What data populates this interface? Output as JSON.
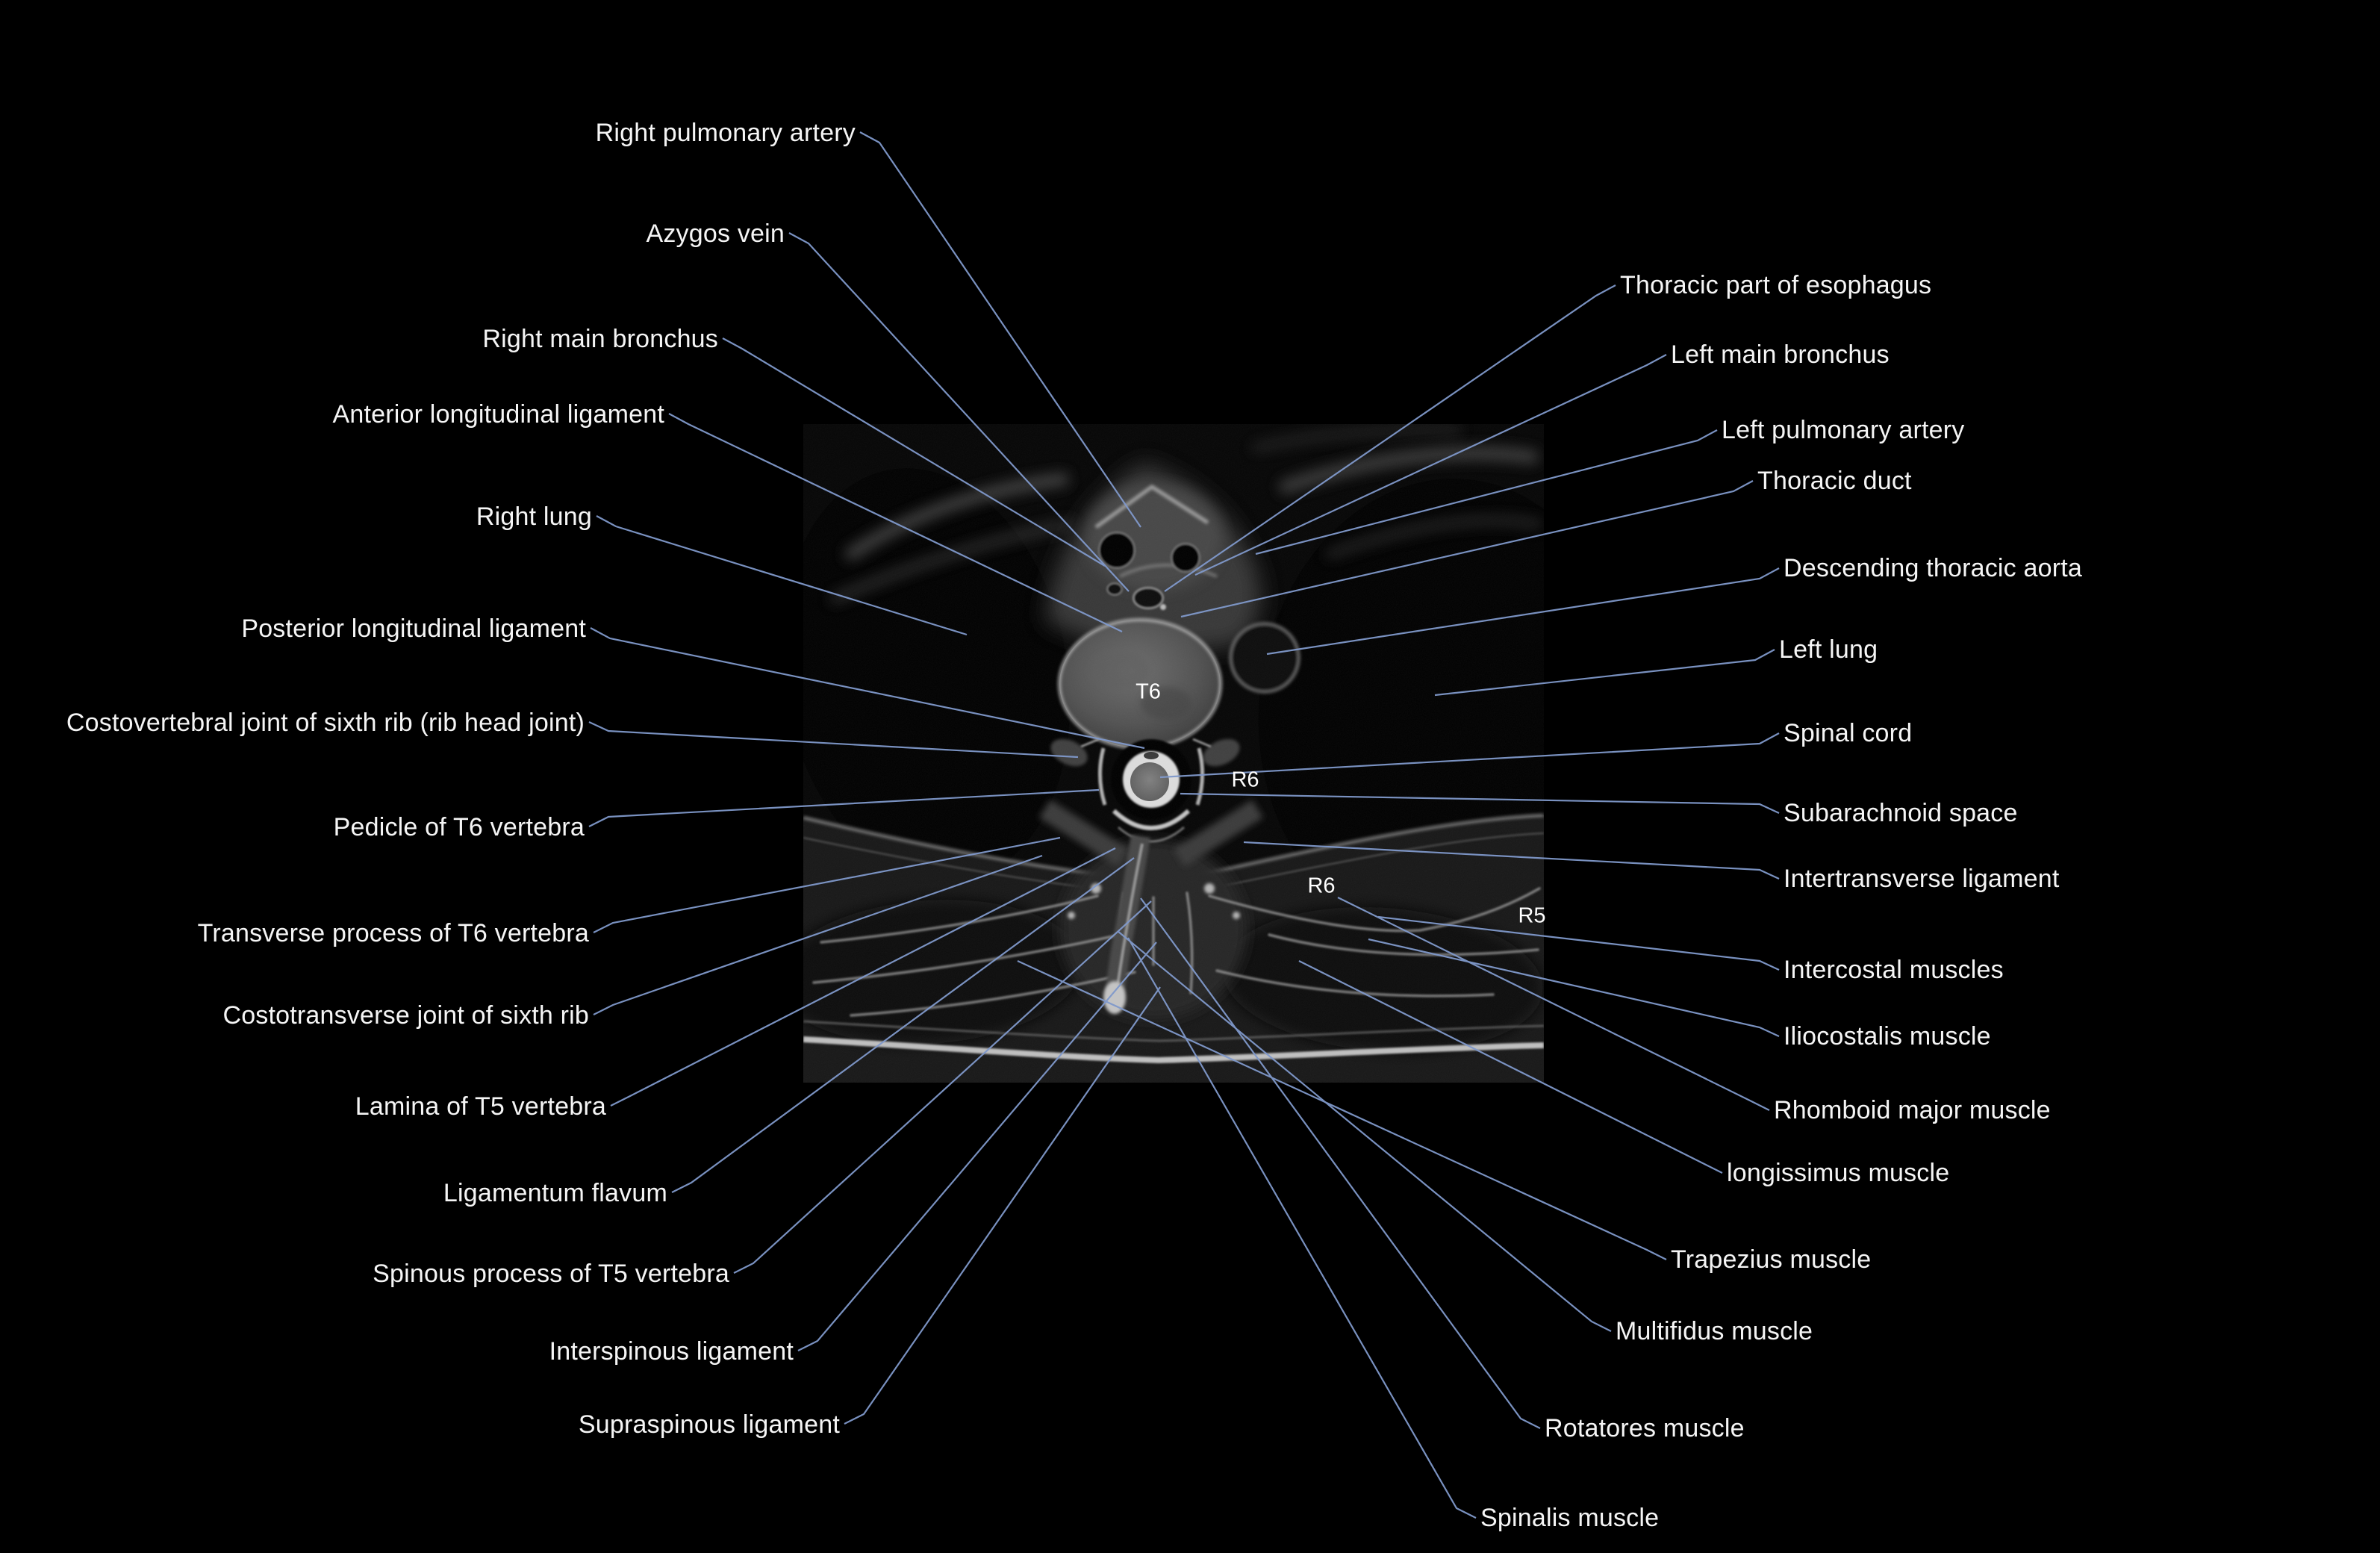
{
  "figure": {
    "description_visible_text_only": true,
    "background_color": "#000000",
    "leader_line_color": "#8099cb",
    "label_text_color": "#f5f5f5",
    "scan_marker_color": "#ffffff"
  },
  "scan": {
    "markers": [
      {
        "text": "T6"
      },
      {
        "text": "R6"
      },
      {
        "text": "R6"
      },
      {
        "text": "R5"
      }
    ]
  },
  "labels": {
    "left": [
      {
        "text": "Right pulmonary artery"
      },
      {
        "text": "Azygos vein"
      },
      {
        "text": "Right main bronchus"
      },
      {
        "text": "Anterior longitudinal ligament"
      },
      {
        "text": "Right lung"
      },
      {
        "text": "Posterior longitudinal ligament"
      },
      {
        "text": "Costovertebral joint of sixth rib (rib head joint)"
      },
      {
        "text": "Pedicle of T6 vertebra"
      },
      {
        "text": "Transverse process of T6 vertebra"
      },
      {
        "text": "Costotransverse joint of sixth rib"
      },
      {
        "text": "Lamina of T5 vertebra"
      },
      {
        "text": "Ligamentum flavum"
      },
      {
        "text": "Spinous process of T5 vertebra"
      },
      {
        "text": "Interspinous ligament"
      },
      {
        "text": "Supraspinous ligament"
      }
    ],
    "right": [
      {
        "text": "Thoracic part of esophagus"
      },
      {
        "text": "Left main bronchus"
      },
      {
        "text": "Left pulmonary artery"
      },
      {
        "text": "Thoracic duct"
      },
      {
        "text": "Descending thoracic aorta"
      },
      {
        "text": "Left lung"
      },
      {
        "text": "Spinal cord"
      },
      {
        "text": "Subarachnoid space"
      },
      {
        "text": "Intertransverse ligament"
      },
      {
        "text": "Intercostal muscles"
      },
      {
        "text": "Iliocostalis muscle"
      },
      {
        "text": "Rhomboid major muscle"
      },
      {
        "text": "longissimus muscle"
      },
      {
        "text": "Trapezius muscle"
      },
      {
        "text": "Multifidus muscle"
      },
      {
        "text": "Rotatores muscle"
      },
      {
        "text": "Spinalis muscle"
      }
    ]
  }
}
